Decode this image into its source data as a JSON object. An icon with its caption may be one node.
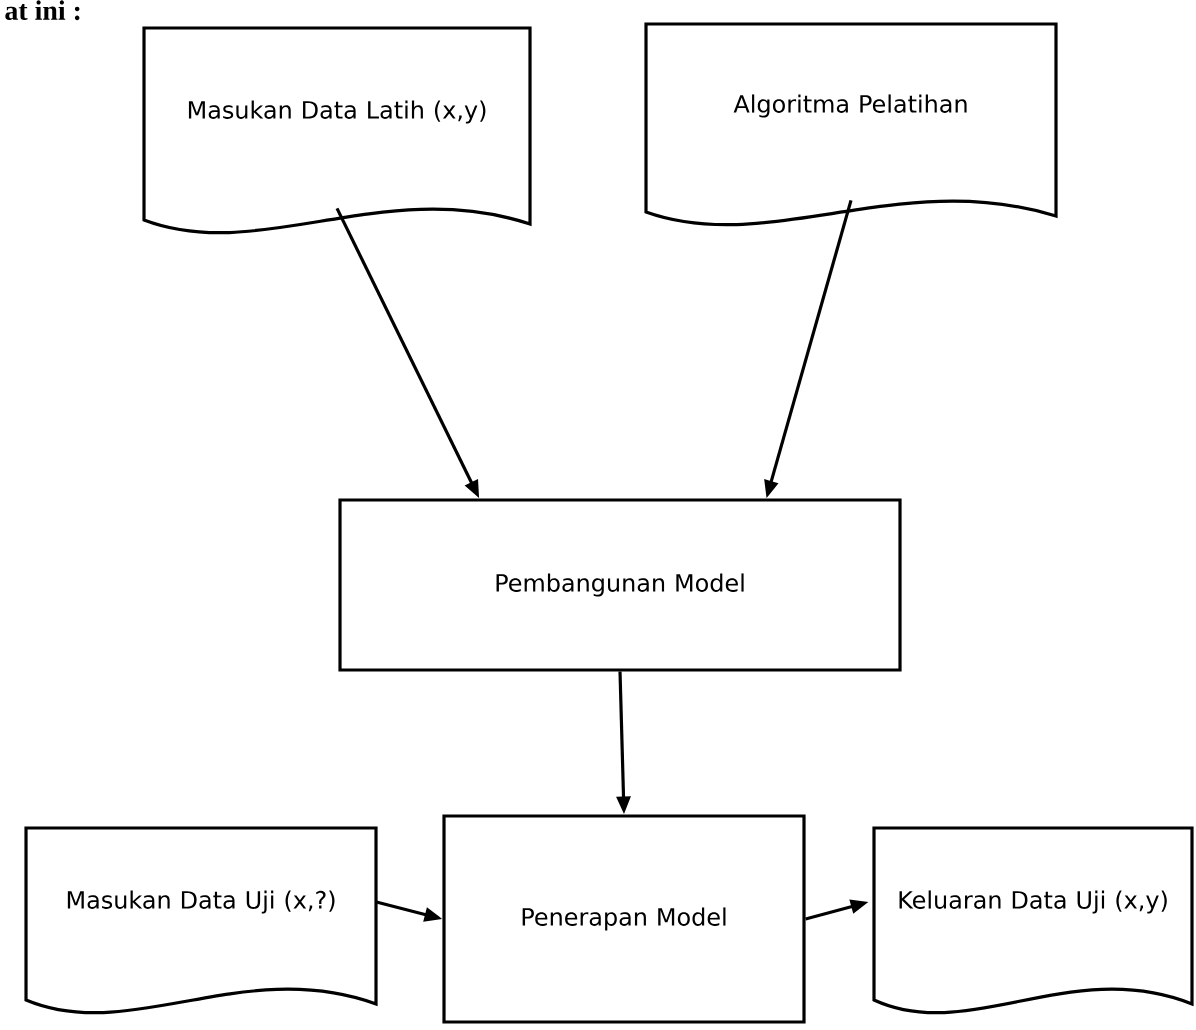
{
  "diagram": {
    "nodes": [
      {
        "text": [
          "Masukan Data Latih (x,y)"
        ]
      },
      {
        "text": [
          "Algoritma Pelatihan"
        ]
      },
      {
        "text": [
          "Pembangunan Model"
        ]
      },
      {
        "text": [
          "Masukan Data Uji (x,?)"
        ]
      },
      {
        "text": [
          "Penerapan Model"
        ]
      },
      {
        "text": [
          "Keluaran Data Uji (x,y)"
        ]
      }
    ],
    "edges": [
      {
        "from": 0,
        "to": 2,
        "arrow": "to"
      },
      {
        "from": 1,
        "to": 2,
        "arrow": "to"
      },
      {
        "from": 2,
        "to": 4,
        "arrow": "to"
      },
      {
        "from": 3,
        "to": 4,
        "arrow": "to"
      },
      {
        "from": 4,
        "to": 5,
        "arrow": "to"
      }
    ],
    "labels": [
      "at ini :"
    ]
  }
}
